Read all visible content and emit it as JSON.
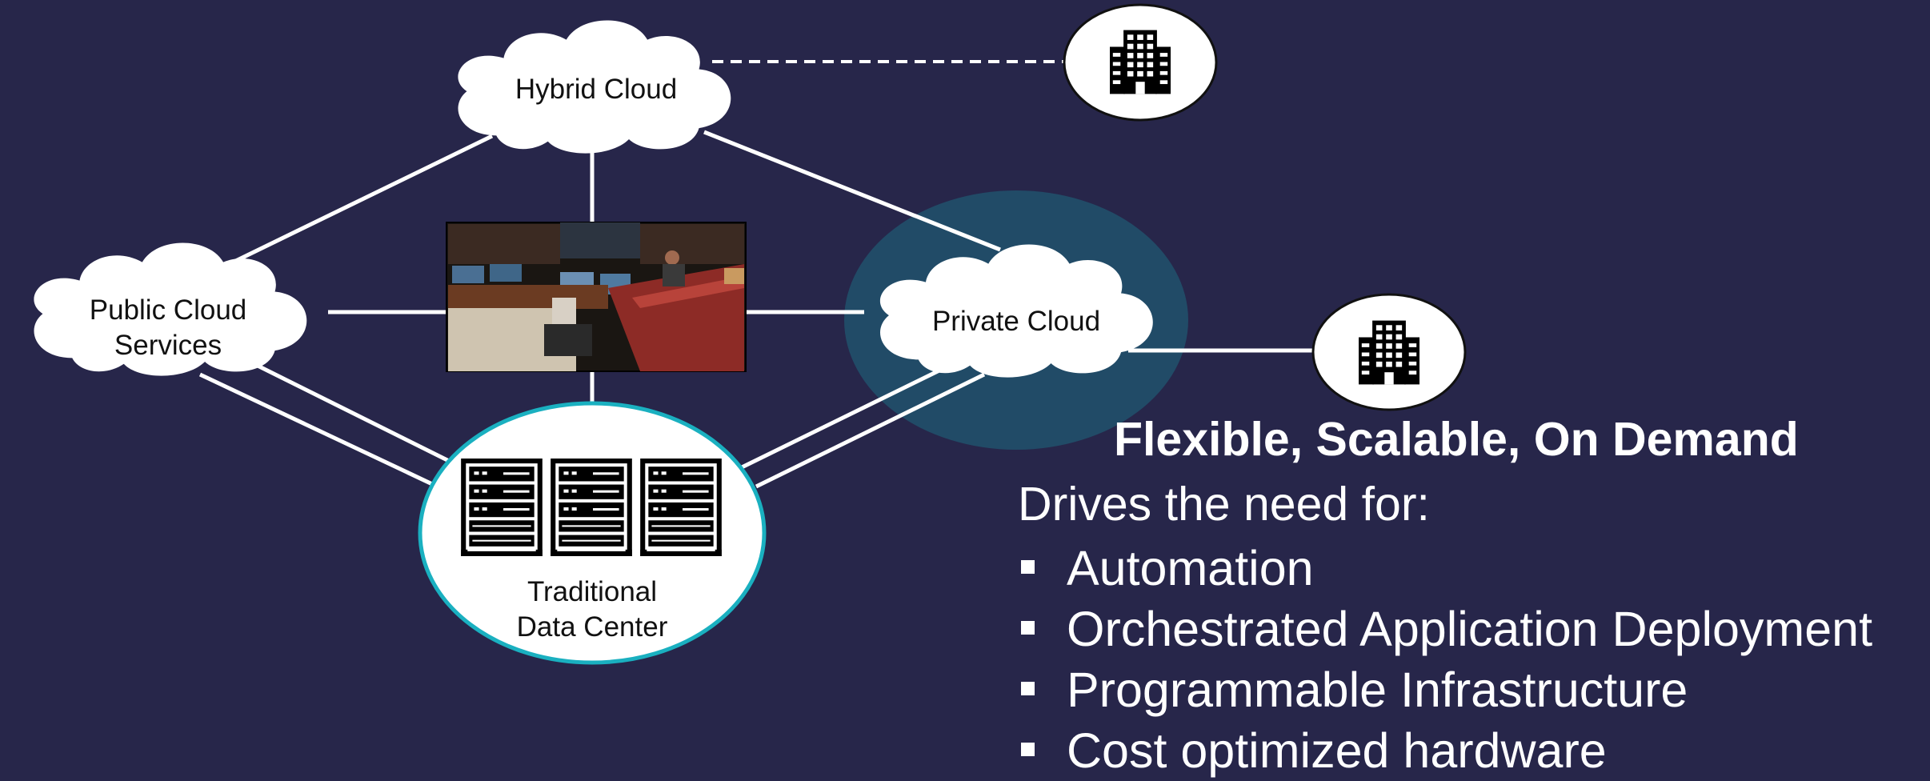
{
  "diagram": {
    "nodes": {
      "hybrid_cloud": {
        "label": "Hybrid Cloud"
      },
      "public_cloud": {
        "label_lines": [
          "Public Cloud",
          "Services"
        ]
      },
      "private_cloud": {
        "label": "Private Cloud"
      },
      "data_center": {
        "label_lines": [
          "Traditional",
          "Data Center"
        ]
      }
    },
    "icons": [
      "building-icon",
      "building-icon",
      "server-rack-icon",
      "server-rack-icon",
      "server-rack-icon"
    ],
    "photo": "operations-control-room-photo"
  },
  "text": {
    "headline": "Flexible, Scalable, On Demand",
    "subhead": "Drives the need for:",
    "bullets": [
      "Automation",
      "Orchestrated Application Deployment",
      "Programmable Infrastructure",
      "Cost optimized hardware"
    ]
  },
  "colors": {
    "background": "#27264a",
    "lines": "#ffffff",
    "highlight": "#1e6a80",
    "data_center_border": "#1ab0c0"
  }
}
